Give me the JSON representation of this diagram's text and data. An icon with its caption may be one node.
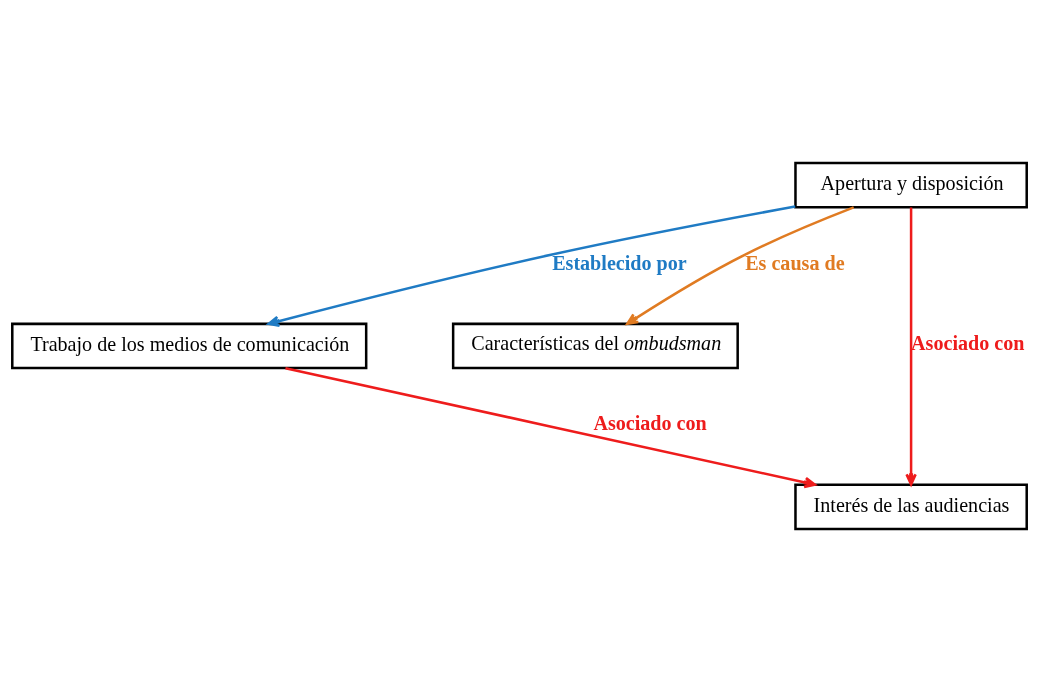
{
  "diagram": {
    "nodes": [
      {
        "text": [
          "Apertura y disposición"
        ]
      },
      {
        "text": [
          "Trabajo de los medios de comunicación"
        ]
      },
      {
        "text": [
          "Características del *ombudsman*"
        ]
      },
      {
        "text": [
          "Interés de las audiencias"
        ]
      }
    ],
    "edges": [
      {
        "from": 0,
        "to": 1,
        "arrow": "to",
        "label": "Establecido por",
        "color": "#1f7bc4"
      },
      {
        "from": 0,
        "to": 3,
        "arrow": "to",
        "label": "Asociado con",
        "color": "#ee1c1c"
      },
      {
        "from": 0,
        "to": 2,
        "arrow": "to",
        "label": "Es causa de",
        "color": "#e07b22"
      },
      {
        "from": 1,
        "to": 3,
        "arrow": "to",
        "label": "Asociado con",
        "color": "#ee1c1c"
      }
    ]
  }
}
